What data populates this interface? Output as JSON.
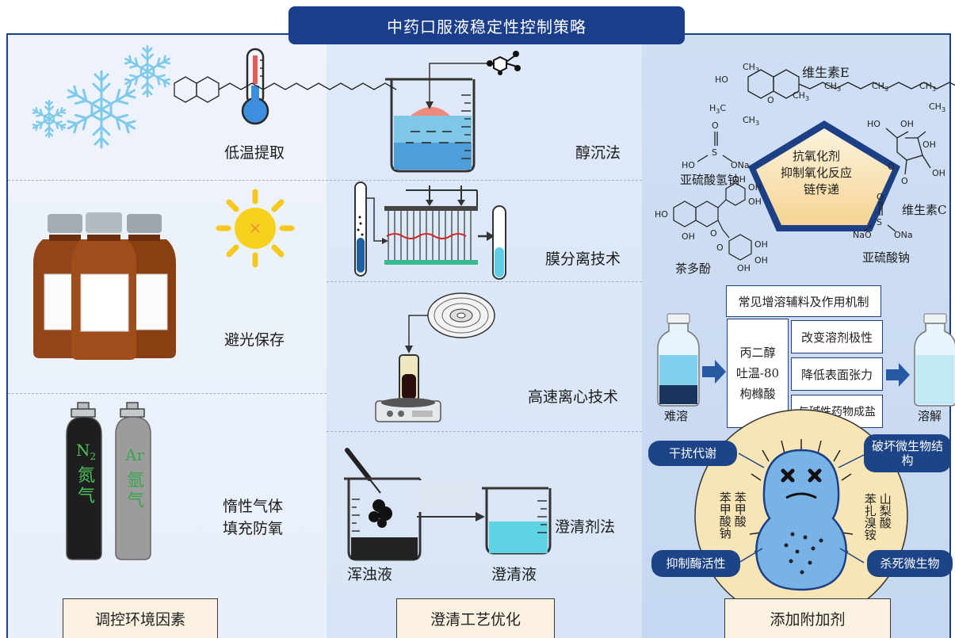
{
  "title": "中药口服液稳定性控制策略",
  "column1": {
    "labels": [
      "低温提取",
      "避光保存",
      "惰性气体",
      "填充防氧"
    ],
    "cylinders": {
      "n2": "N",
      "n2_sub": "2",
      "n2_name1": "氮",
      "n2_name2": "气",
      "ar": "Ar",
      "ar_name1": "氩",
      "ar_name2": "气"
    },
    "footer": "调控环境因素"
  },
  "column2": {
    "labels": [
      "醇沉法",
      "膜分离技术",
      "高速离心技术",
      "澄清剂法"
    ],
    "turbid": "浑浊液",
    "clear": "澄清液",
    "footer": "澄清工艺优化"
  },
  "column3": {
    "vitamin_e": "维生素E",
    "vitamin_c": "维生素C",
    "sodium_bisulfite": "亚硫酸氢钠",
    "sodium_sulfite": "亚硫酸钠",
    "tea_polyphenol": "茶多酚",
    "antioxidant_lines": [
      "抗氧化剂",
      "抑制氧化反应",
      "链传递"
    ],
    "chem_labels": {
      "ho": "HO",
      "ch3": "CH",
      "h3c": "H",
      "three": "3",
      "o": "O",
      "s": "S",
      "ona": "ONa",
      "nao": "NaO",
      "oh": "OH"
    },
    "solubilizer_title": "常见增溶辅料及作用机制",
    "solubilizers": [
      "丙二醇",
      "吐温-80",
      "枸橼酸"
    ],
    "mechanisms": [
      "改变溶剂极性",
      "降低表面张力",
      "与碱性药物成盐"
    ],
    "insoluble": "难溶",
    "dissolved": "溶解",
    "preservative_actions": [
      "干扰代谢",
      "破坏微生物结构",
      "抑制酶活性",
      "杀死微生物"
    ],
    "preservatives_left": [
      "苯甲酸钠",
      "苯甲酸"
    ],
    "preservatives_right": [
      "山梨酸",
      "苯扎溴铵"
    ],
    "footer": "添加附加剂"
  },
  "colors": {
    "navy": "#1b3e8a",
    "footer_bg": "#fbf1e1",
    "snow": "#7fc9ea",
    "bacteria": "#78b3e6"
  }
}
